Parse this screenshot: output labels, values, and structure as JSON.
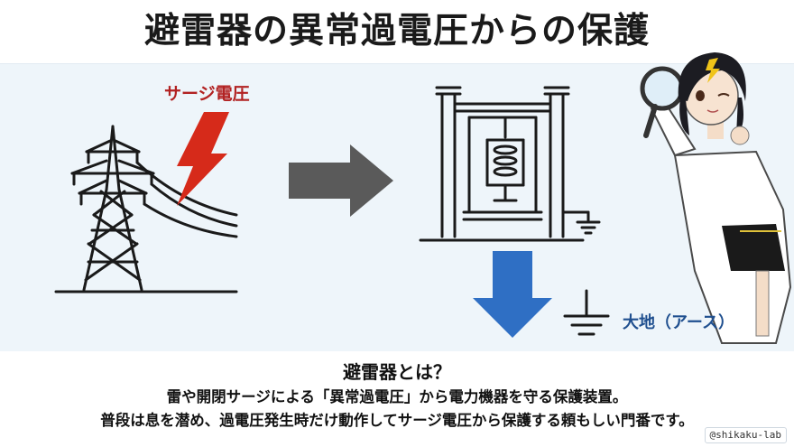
{
  "title": "避雷器の異常過電圧からの保護",
  "labels": {
    "surge_voltage": "サージ電圧",
    "earth": "大地（アース）"
  },
  "caption": {
    "heading": "避雷器とは？",
    "line1": "雷や開閉サージによる「異常過電圧」から電力機器を守る保護装置。",
    "line2": "普段は息を潜め、過電圧発生時だけ動作してサージ電圧から保護する頼もしい門番です。"
  },
  "credit": "@shikaku-lab",
  "colors": {
    "surge": "#b22222",
    "lightning": "#d62a1a",
    "arrow_gray": "#5a5a5a",
    "arrow_blue": "#2f6fc4",
    "earth_text": "#1f4f8f"
  },
  "icons": [
    "transmission-tower-icon",
    "lightning-bolt-icon",
    "right-arrow-icon",
    "surge-arrester-icon",
    "down-arrow-icon",
    "ground-symbol-icon",
    "mascot-character"
  ]
}
